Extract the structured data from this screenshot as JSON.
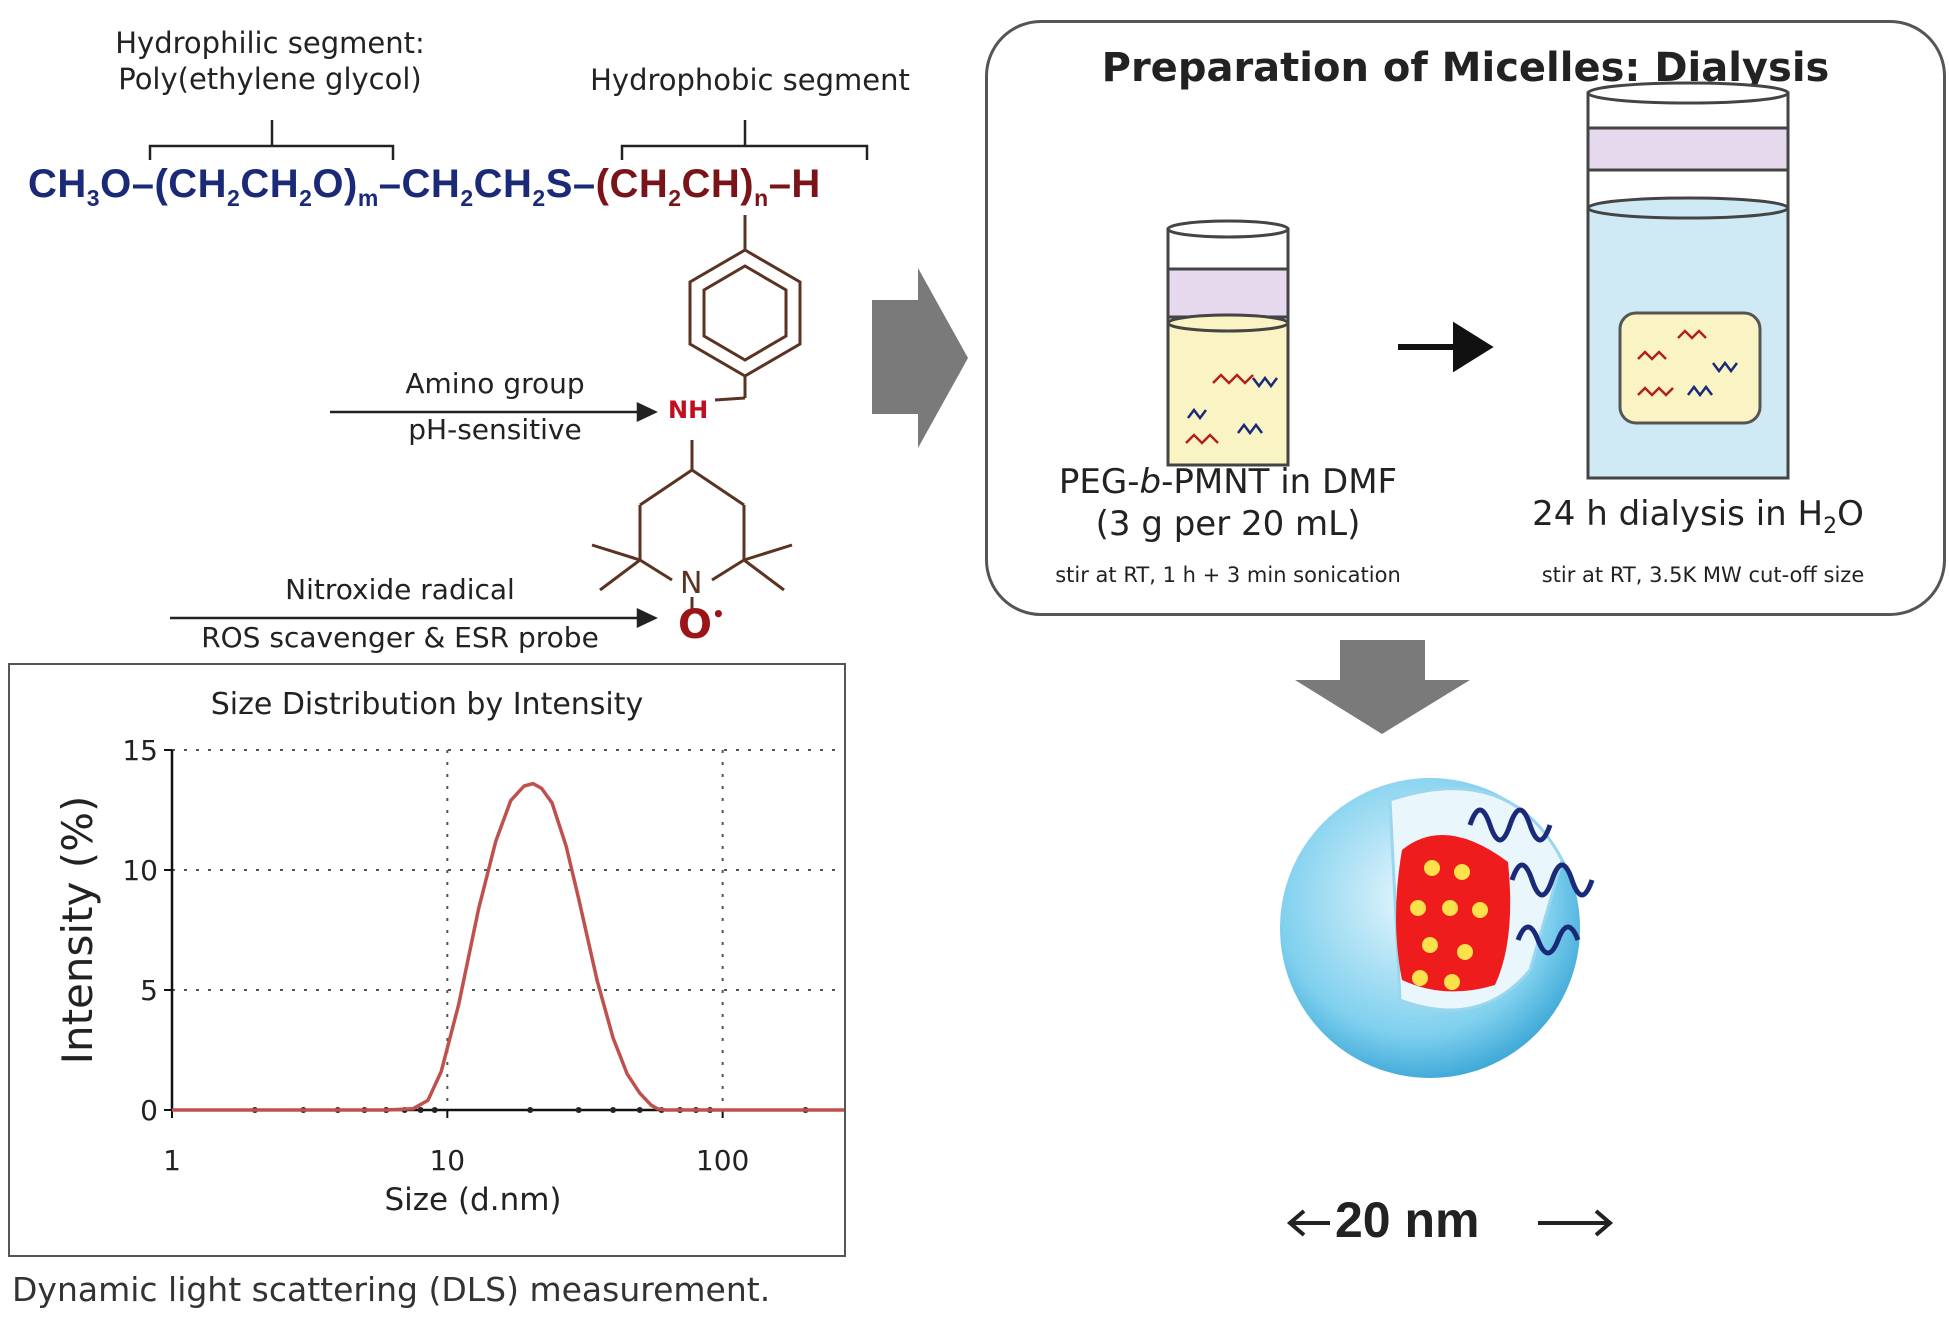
{
  "chemistry": {
    "hydrophilic_label_1": "Hydrophilic segment:",
    "hydrophilic_label_2": "Poly(ethylene glycol)",
    "hydrophobic_label": "Hydrophobic segment",
    "formula": {
      "p1": "CH",
      "s1": "3",
      "p2": "O–(CH",
      "s2": "2",
      "p3": "CH",
      "s3": "2",
      "p4": "O)",
      "s4": "m",
      "p5": "–CH",
      "s5": "2",
      "p6": "CH",
      "s6": "2",
      "p7": "S–",
      "h1": "(CH",
      "hs1": "2",
      "h2": "CH)",
      "hs2": "n",
      "h3": "–H"
    },
    "amino_label_1": "Amino group",
    "amino_label_2": "pH-sensitive",
    "nh": "NH",
    "n_atom": "N",
    "o_atom": "O",
    "radical_dot": "•",
    "nitroxide_label_1": "Nitroxide radical",
    "nitroxide_label_2": "ROS scavenger & ESR probe"
  },
  "preparation": {
    "title": "Preparation of Micelles: Dialysis",
    "left_caption_1_a": "PEG-",
    "left_caption_1_b": "b",
    "left_caption_1_c": "-PMNT in DMF",
    "left_caption_2": "(3 g per 20 mL)",
    "left_note": "stir at RT, 1 h + 3 min sonication",
    "right_caption_a": "24 h dialysis in H",
    "right_caption_sub": "2",
    "right_caption_b": "O",
    "right_note": "stir at RT, 3.5K MW cut-off size"
  },
  "micelle": {
    "size_label": "20 nm"
  },
  "footer": "Dynamic light scattering (DLS) measurement.",
  "colors": {
    "peg": "#1b2a78",
    "hydrophobic": "#7a1418",
    "curve": "#c0504d",
    "arrow": "#777777"
  },
  "chart_data": {
    "type": "line",
    "title": "Size Distribution by Intensity",
    "xlabel": "Size (d.nm)",
    "ylabel": "Intensity (%)",
    "x_scale": "log",
    "xlim": [
      1,
      300
    ],
    "ylim": [
      0,
      15
    ],
    "x_ticks": [
      1,
      10,
      100
    ],
    "y_ticks": [
      0,
      5,
      10,
      15
    ],
    "grid": true,
    "series": [
      {
        "x": [
          1,
          6,
          7.5,
          8.5,
          9.5,
          11,
          13,
          15,
          17,
          19,
          20.5,
          22,
          24,
          27,
          30,
          35,
          40,
          45,
          50,
          55,
          58,
          62,
          70,
          300
        ],
        "values": [
          0,
          0,
          0.05,
          0.4,
          1.6,
          4.4,
          8.4,
          11.2,
          12.9,
          13.5,
          13.6,
          13.4,
          12.8,
          11.0,
          8.8,
          5.4,
          3.0,
          1.5,
          0.7,
          0.2,
          0.05,
          0,
          0,
          0
        ]
      }
    ]
  }
}
